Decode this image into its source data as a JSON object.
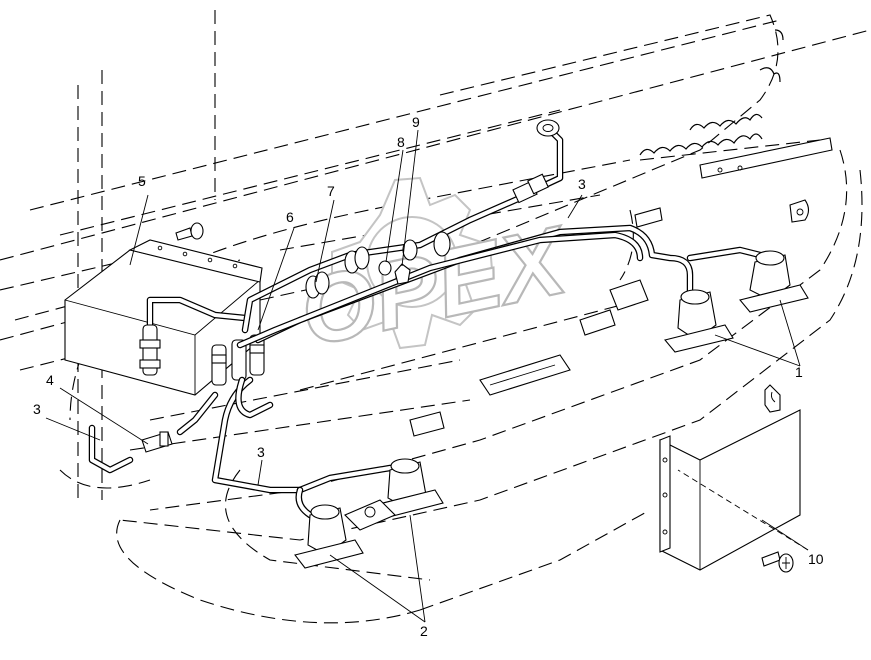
{
  "watermark": {
    "text": "OPEX"
  },
  "callouts": [
    {
      "id": "1",
      "text": "1"
    },
    {
      "id": "2",
      "text": "2"
    },
    {
      "id": "3a",
      "text": "3"
    },
    {
      "id": "3b",
      "text": "3"
    },
    {
      "id": "3c",
      "text": "3"
    },
    {
      "id": "4",
      "text": "4"
    },
    {
      "id": "5",
      "text": "5"
    },
    {
      "id": "6",
      "text": "6"
    },
    {
      "id": "7",
      "text": "7"
    },
    {
      "id": "8",
      "text": "8"
    },
    {
      "id": "9",
      "text": "9"
    },
    {
      "id": "10",
      "text": "10"
    }
  ]
}
